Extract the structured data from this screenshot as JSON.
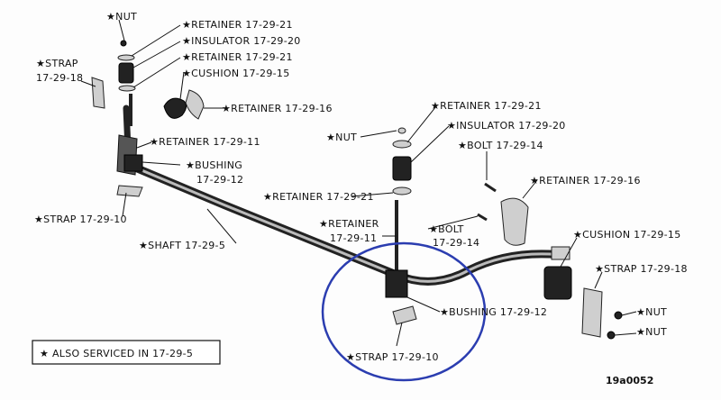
{
  "figure_code": "19a0052",
  "legend_note": "★ ALSO SERVICED IN 17-29-5",
  "highlight_color": "#2b3db0",
  "labels": {
    "nut_top": "★NUT",
    "retainer_21_a": "★RETAINER 17-29-21",
    "insulator_a": "★INSULATOR 17-29-20",
    "retainer_21_b": "★RETAINER 17-29-21",
    "cushion_a": "★CUSHION 17-29-15",
    "retainer_16_a": "★RETAINER 17-29-16",
    "strap_18_a_1": "★STRAP",
    "strap_18_a_2": "17-29-18",
    "retainer_11_a": "★RETAINER 17-29-11",
    "bushing_a_1": "★BUSHING",
    "bushing_a_2": "17-29-12",
    "strap_10_a": "★STRAP 17-29-10",
    "shaft": "★SHAFT 17-29-5",
    "nut_mid": "★NUT",
    "retainer_21_c": "★RETAINER 17-29-21",
    "insulator_b": "★INSULATOR 17-29-20",
    "bolt_a": "★BOLT 17-29-14",
    "retainer_21_d": "★RETAINER 17-29-21",
    "retainer_16_b": "★RETAINER 17-29-16",
    "retainer_11_b_1": "★RETAINER",
    "retainer_11_b_2": "17-29-11",
    "bolt_b_1": "★BOLT",
    "bolt_b_2": "17-29-14",
    "cushion_b": "★CUSHION 17-29-15",
    "strap_18_b": "★STRAP 17-29-18",
    "bushing_b": "★BUSHING 17-29-12",
    "nut_r1": "★NUT",
    "nut_r2": "★NUT",
    "strap_10_b": "★STRAP 17-29-10"
  }
}
